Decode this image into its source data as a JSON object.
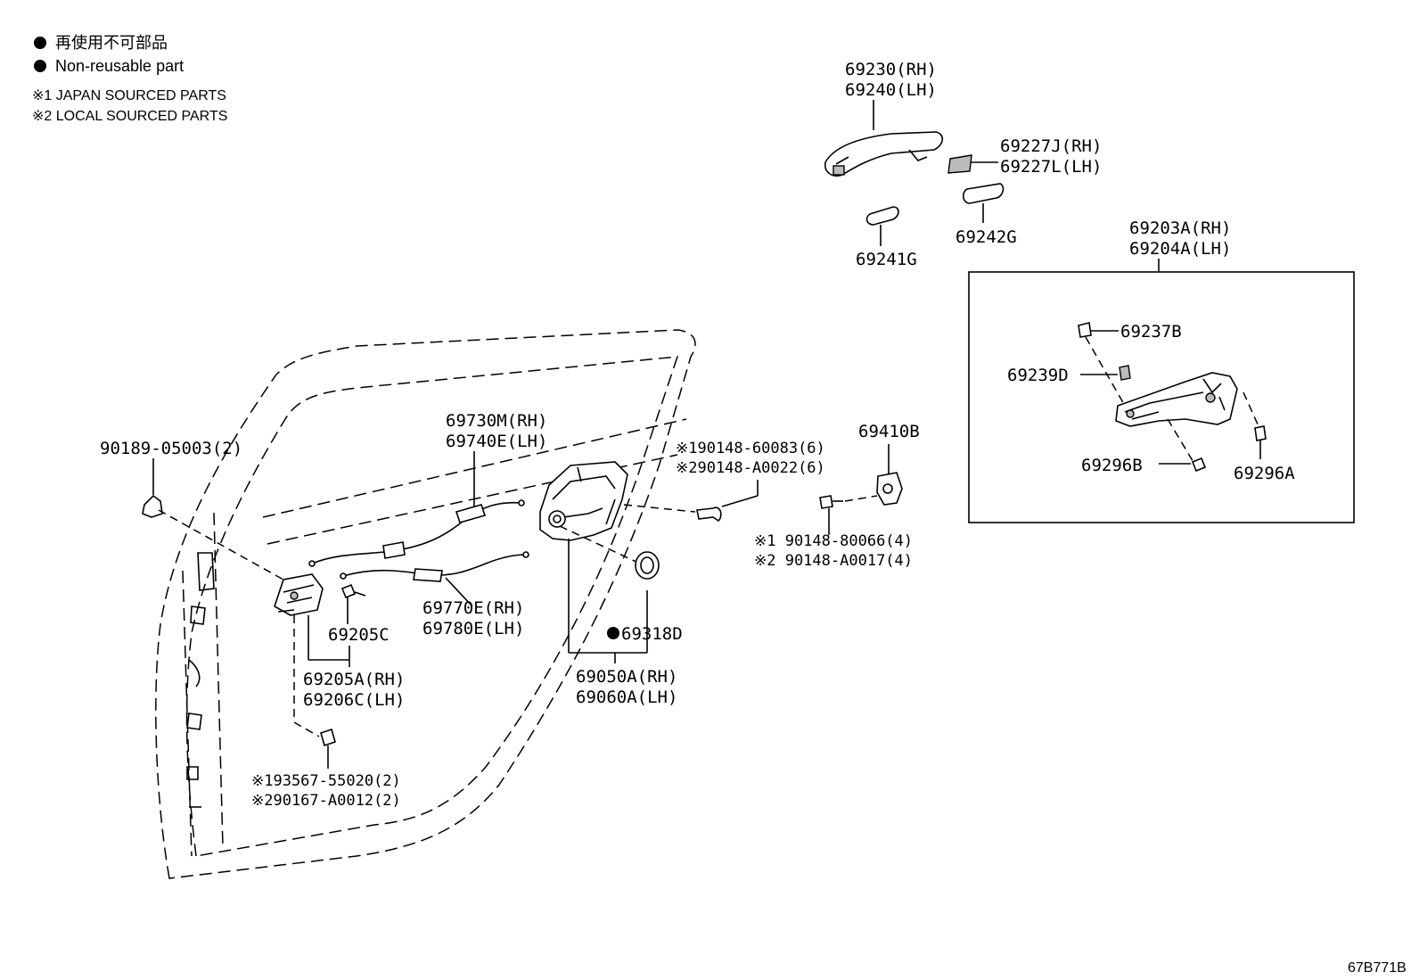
{
  "legend": {
    "line1": "再使用不可部品",
    "line2": "Non-reusable part",
    "line3": "※1 JAPAN SOURCED PARTS",
    "line4": "※2 LOCAL SOURCED PARTS"
  },
  "labels": {
    "p69230": "69230(RH)",
    "p69240": "69240(LH)",
    "p69227J": "69227J(RH)",
    "p69227L": "69227L(LH)",
    "p69242G": "69242G",
    "p69241G": "69241G",
    "p69203A": "69203A(RH)",
    "p69204A": "69204A(LH)",
    "p69237B": "69237B",
    "p69239D": "69239D",
    "p69296B": "69296B",
    "p69296A": "69296A",
    "p69410B": "69410B",
    "p90148_60083": "※190148-60083(6)",
    "p90148_A0022": "※290148-A0022(6)",
    "p90148_80066": "※1 90148-80066(4)",
    "p90148_A0017": "※2 90148-A0017(4)",
    "p69730M": "69730M(RH)",
    "p69740E": "69740E(LH)",
    "p90189": "90189-05003(2)",
    "p69770E": "69770E(RH)",
    "p69780E": "69780E(LH)",
    "p69205C": "69205C",
    "p69205A": "69205A(RH)",
    "p69206C": "69206C(LH)",
    "p69318D": "69318D",
    "p69050A": "69050A(RH)",
    "p69060A": "69060A(LH)",
    "p93567": "※193567-55020(2)",
    "p90167": "※290167-A0012(2)"
  },
  "footer": {
    "code": "67B771B"
  }
}
